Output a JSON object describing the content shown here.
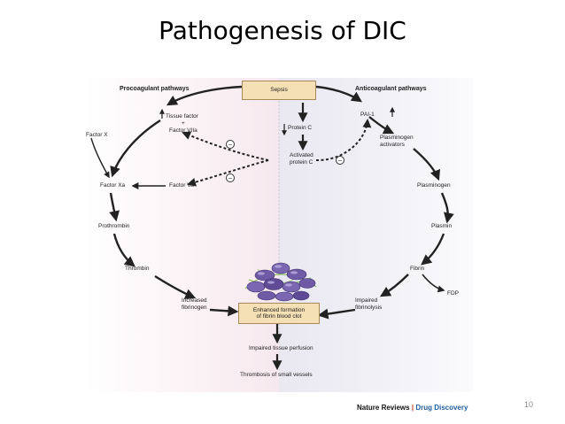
{
  "title": "Pathogenesis of DIC",
  "headers": {
    "left": "Procoagulant pathways",
    "right": "Anticoagulant pathways"
  },
  "boxes": {
    "sepsis": "Sepsis",
    "clot_line1": "Enhanced formation",
    "clot_line2": "of fibrin blood clot"
  },
  "labels": {
    "tissue_factor": "Tissue factor",
    "plus": "+",
    "factor_viia": "Factor VIIa",
    "factor_x": "Factor X",
    "factor_xa": "Factor Xa",
    "factor_va": "Factor Va",
    "prothrombin": "Prothrombin",
    "thrombin": "Thrombin",
    "increased": "Increased",
    "fibrinogen": "fibrinogen",
    "protein_c": "Protein C",
    "activated": "Activated",
    "protein_c2": "protein C",
    "pai1": "PAI-1",
    "plasminogen": "Plasminogen",
    "activators": "activators",
    "plasminogen2": "Plasminogen",
    "plasmin": "Plasmin",
    "fibrin": "Fibrin",
    "fdp": "FDP",
    "impaired": "Impaired",
    "fibrinolysis": "fibrinolysis",
    "impaired_perfusion": "Impaired tissue perfusion",
    "thrombosis": "Thrombosis of small vessels"
  },
  "inhibit_symbol": "−",
  "credit": {
    "journal": "Nature Reviews",
    "sep": "|",
    "section": "Drug Discovery"
  },
  "page_number": "10",
  "colors": {
    "box_fill": "#f5dfb4",
    "arrow": "#222222",
    "cell_purple": "#6f5aa6"
  }
}
